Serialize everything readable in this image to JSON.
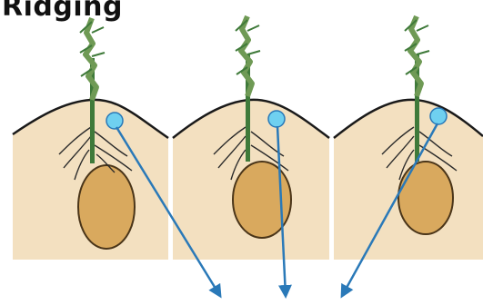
{
  "title": "Ridging",
  "colors": {
    "soil": "#f3e0c0",
    "soil_outline": "#1a1a1a",
    "tuber": "#d9a95e",
    "tuber_outline": "#4a3519",
    "stem": "#3f7a3a",
    "leaf": "#6f9a55",
    "root": "#2a2a2a",
    "new_tuber": "#6fd0f0",
    "arrow": "#2a79b8"
  },
  "panels": [
    {
      "name": "panel-1",
      "new_tuber": "small"
    },
    {
      "name": "panel-2",
      "new_tuber": "small"
    },
    {
      "name": "panel-3",
      "new_tuber": "small"
    }
  ],
  "icons": [
    "potato-plant-icon",
    "tuber-icon",
    "arrow-icon"
  ]
}
